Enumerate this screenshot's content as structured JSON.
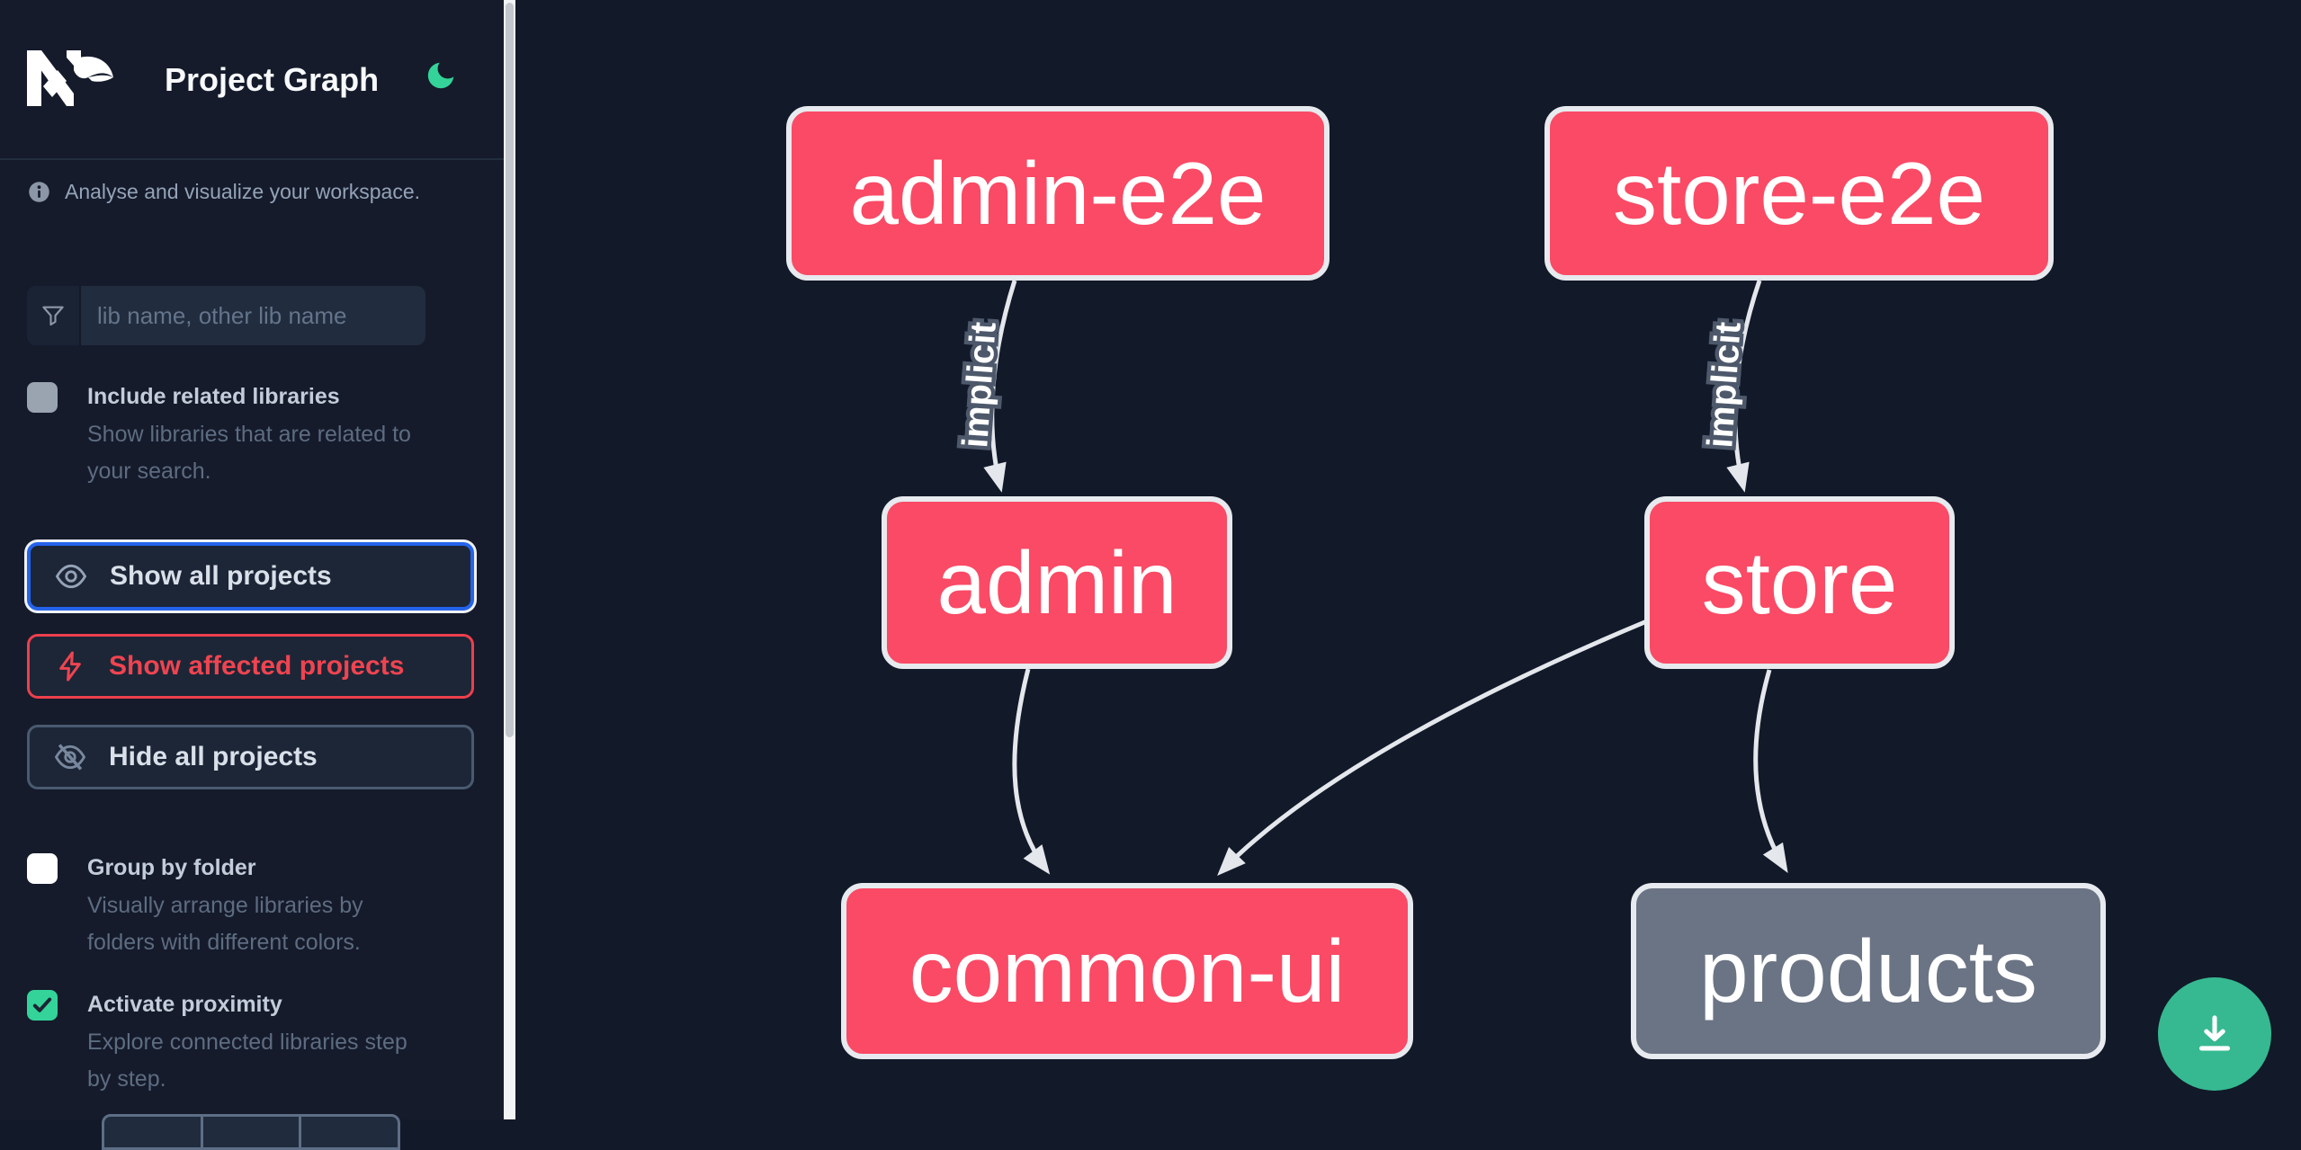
{
  "header": {
    "logo_text": "Nx",
    "title": "Project Graph"
  },
  "sidebar": {
    "tagline": "Analyse and visualize your workspace.",
    "search": {
      "placeholder": "lib name, other lib name"
    },
    "options": [
      {
        "label": "Include related libraries",
        "description": "Show libraries that are related to your search.",
        "checked": false
      },
      {
        "label": "Group by folder",
        "description": "Visually arrange libraries by folders with different colors.",
        "checked": false
      },
      {
        "label": "Activate proximity",
        "description": "Explore connected libraries step by step.",
        "checked": true
      }
    ],
    "actions": [
      {
        "label": "Show all projects",
        "icon": "eye-icon",
        "state": "focused"
      },
      {
        "label": "Show affected projects",
        "icon": "bolt-icon",
        "state": "affected"
      },
      {
        "label": "Hide all projects",
        "icon": "eye-off-icon",
        "state": "default"
      }
    ]
  },
  "graph": {
    "nodes": [
      {
        "id": "admin-e2e",
        "label": "admin-e2e",
        "style": "highlighted"
      },
      {
        "id": "store-e2e",
        "label": "store-e2e",
        "style": "highlighted"
      },
      {
        "id": "admin",
        "label": "admin",
        "style": "highlighted"
      },
      {
        "id": "store",
        "label": "store",
        "style": "highlighted"
      },
      {
        "id": "common-ui",
        "label": "common-ui",
        "style": "highlighted"
      },
      {
        "id": "products",
        "label": "products",
        "style": "muted"
      }
    ],
    "edges": [
      {
        "source": "admin-e2e",
        "target": "admin",
        "label": "implicit"
      },
      {
        "source": "store-e2e",
        "target": "store",
        "label": "implicit"
      },
      {
        "source": "admin",
        "target": "common-ui",
        "label": ""
      },
      {
        "source": "store",
        "target": "common-ui",
        "label": ""
      },
      {
        "source": "store",
        "target": "products",
        "label": ""
      }
    ]
  },
  "colors": {
    "node_highlighted": "#fa4a65",
    "node_muted": "#6b7485",
    "node_border": "#e7eaee",
    "edge": "#e4e7eb",
    "focus_ring": "#2563eb",
    "affected_red": "#ee3f4d",
    "accent_green": "#36b990",
    "moon_green": "#34d399",
    "sidebar_bg": "#151b2b",
    "canvas_bg": "#121929"
  }
}
